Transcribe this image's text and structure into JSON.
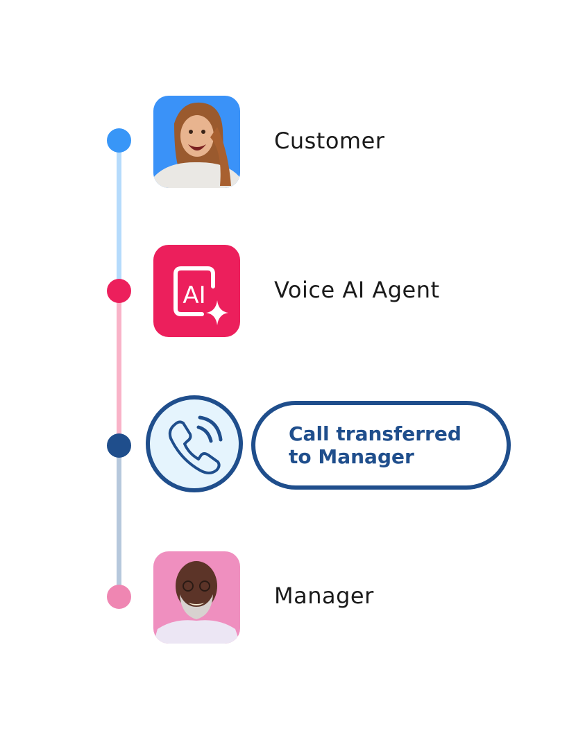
{
  "timeline": {
    "colors": {
      "customer": "#3896f7",
      "customer_line": "#b5dbfc",
      "agent": "#ec1f5c",
      "agent_line": "#f9b3c8",
      "transfer": "#1f4e8c",
      "transfer_line": "#b6c8dc",
      "manager": "#ef86b2"
    },
    "steps": [
      {
        "label": "Customer",
        "icon": "customer-photo"
      },
      {
        "label": "Voice AI Agent",
        "icon": "ai-sparkle-icon",
        "icon_text": "AI"
      },
      {
        "label_line1": "Call transferred",
        "label_line2": "to Manager",
        "icon": "phone-ringing-icon"
      },
      {
        "label": "Manager",
        "icon": "manager-photo"
      }
    ]
  }
}
